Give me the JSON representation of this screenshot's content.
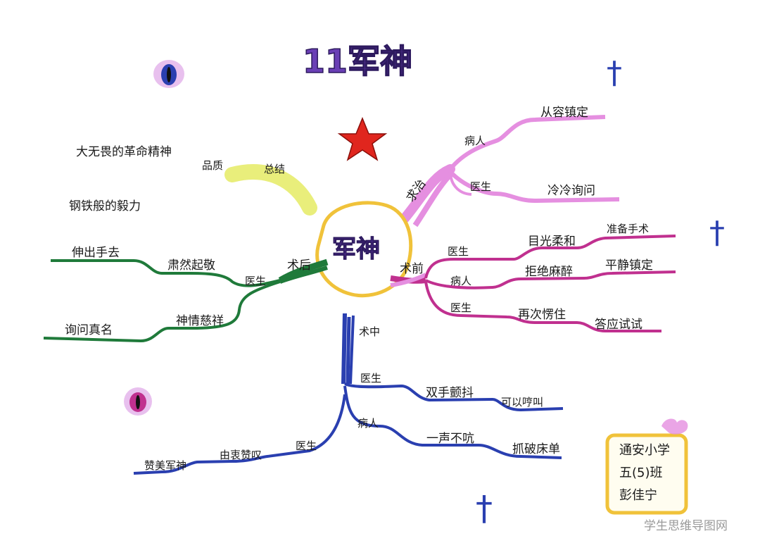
{
  "title": "11军神",
  "center": "军神",
  "colors": {
    "pink": "#e58fe0",
    "magenta": "#c0308f",
    "green": "#1f7a3a",
    "blue": "#2a3fb0",
    "gold": "#f0c23a",
    "yellow": "#e4ea5a",
    "star": "#e0261e",
    "purple": "#6a3fb5"
  },
  "branches": {
    "qiuzhi": {
      "label": "求治",
      "bingren": "病人",
      "bingren_leaf": "从容镇定",
      "yisheng": "医生",
      "yisheng_leaf": "冷冷询问"
    },
    "shuqian": {
      "label": "术前",
      "yisheng1": "医生",
      "yisheng1_mid": "目光柔和",
      "yisheng1_leaf": "准备手术",
      "bingren": "病人",
      "bingren_mid": "拒绝麻醉",
      "bingren_leaf": "平静镇定",
      "yisheng2": "医生",
      "yisheng2_mid": "再次愣住",
      "yisheng2_leaf": "答应试试"
    },
    "shuzhong": {
      "label": "术中",
      "yisheng": "医生",
      "yisheng_mid": "双手颤抖",
      "yisheng_leaf": "可以哼叫",
      "bingren": "病人",
      "bingren_mid": "一声不吭",
      "bingren_leaf": "抓破床单"
    },
    "shuhou": {
      "label": "术后",
      "yisheng": "医生",
      "mid1": "肃然起敬",
      "leaf1": "伸出手去",
      "mid2": "神情慈祥",
      "leaf2": "询问真名"
    },
    "shuhou_lower": {
      "yisheng": "医生",
      "mid": "由衷赞叹",
      "leaf": "赞美军神"
    },
    "zongjie": {
      "label": "总结",
      "pinzhi": "品质",
      "quality1": "大无畏的革命精神",
      "quality2": "钢铁般的毅力"
    }
  },
  "card": {
    "line1": "通安小学",
    "line2": "五(5)班",
    "line3": "彭佳宁"
  },
  "cross_symbol": "†",
  "watermark": "学生思维导图网"
}
